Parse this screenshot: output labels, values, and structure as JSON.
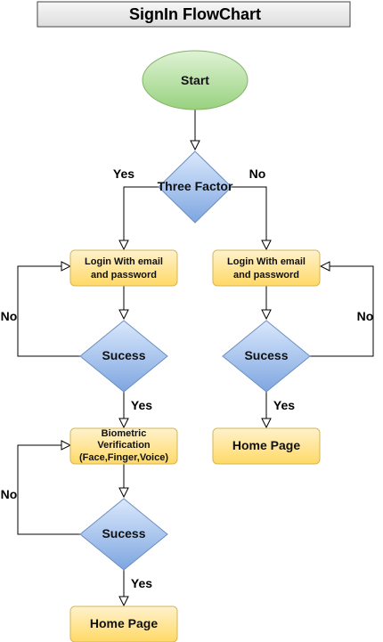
{
  "title": "SignIn FlowChart",
  "nodes": {
    "start": "Start",
    "three_factor": "Three Factor",
    "login_left_line1": "Login With email",
    "login_left_line2": "and password",
    "login_right_line1": "Login With email",
    "login_right_line2": "and password",
    "success_left": "Sucess",
    "success_right": "Sucess",
    "biometric_line1": "Biometric",
    "biometric_line2": "Verification",
    "biometric_line3": "(Face,Finger,Voice)",
    "success_bottom": "Sucess",
    "home_right": "Home Page",
    "home_bottom": "Home Page"
  },
  "labels": {
    "yes_top": "Yes",
    "no_top": "No",
    "no_left": "No",
    "no_right": "No",
    "yes_left": "Yes",
    "yes_right": "Yes",
    "no_bio": "No",
    "yes_bottom": "Yes"
  },
  "colors": {
    "start_fill": "#9fd58c",
    "start_stroke": "#82b366",
    "diamond_fill": "#7ea6e0",
    "diamond_stroke": "#6c8ebf",
    "box_fill": "#ffd966",
    "box_stroke": "#d6b656",
    "title_fill": "#eeeeee",
    "title_stroke": "#444444",
    "line": "#000000"
  }
}
